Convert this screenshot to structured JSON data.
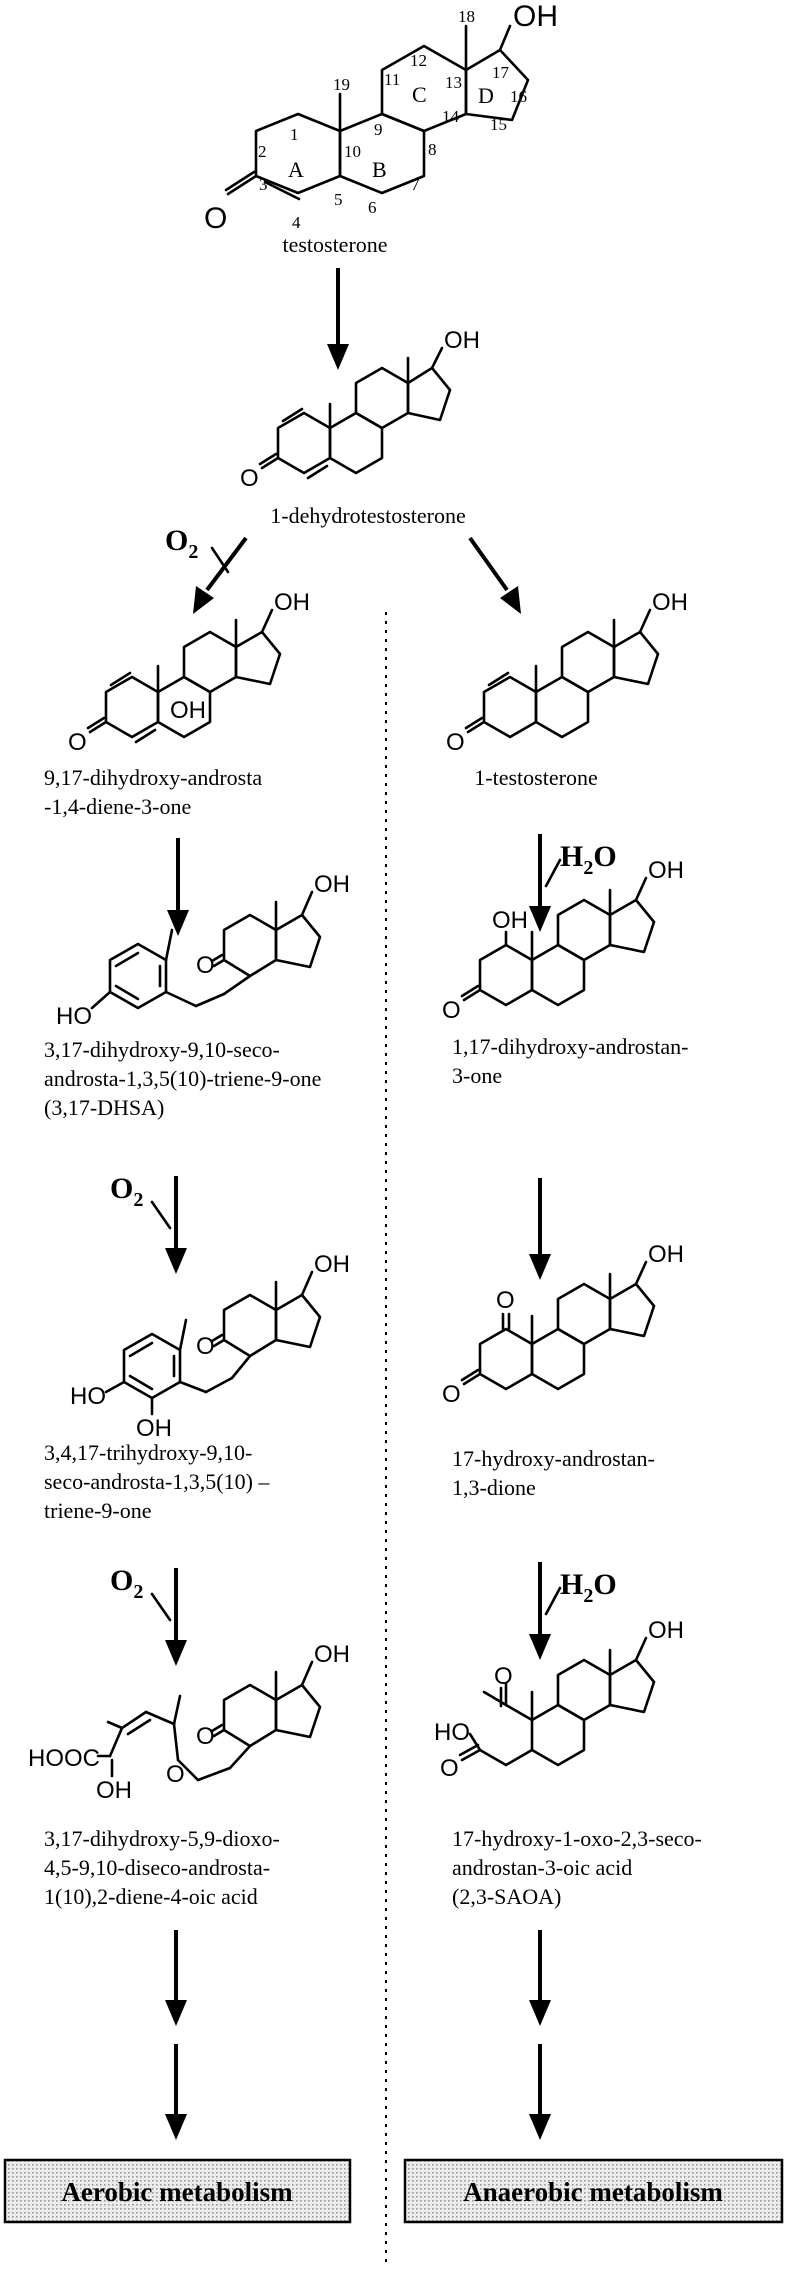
{
  "compounds": {
    "testosterone": {
      "name": "testosterone",
      "oh": "OH",
      "o": "O",
      "numbers": [
        "1",
        "2",
        "3",
        "4",
        "5",
        "6",
        "7",
        "8",
        "9",
        "10",
        "11",
        "12",
        "13",
        "14",
        "15",
        "16",
        "17",
        "18",
        "19"
      ],
      "rings": [
        "A",
        "B",
        "C",
        "D"
      ]
    },
    "dehydrotestosterone": {
      "name": "1-dehydrotestosterone",
      "oh": "OH",
      "o": "O"
    },
    "dihydroxy_diene": {
      "line1": "9,17-dihydroxy-androsta",
      "line2": "-1,4-diene-3-one",
      "oh": "OH",
      "oh9": "OH",
      "o": "O"
    },
    "one_testosterone": {
      "name": "1-testosterone",
      "oh": "OH",
      "o": "O"
    },
    "dhsa": {
      "line1": "3,17-dihydroxy-9,10-seco-",
      "line2": "androsta-1,3,5(10)-triene-9-one",
      "line3": "(3,17-DHSA)",
      "oh": "OH",
      "ho": "HO",
      "o": "O"
    },
    "dihydroxy_androstanone": {
      "line1": "1,17-dihydroxy-androstan-",
      "line2": "3-one",
      "oh": "OH",
      "oh1": "OH",
      "o": "O"
    },
    "trihydroxy": {
      "line1": "3,4,17-trihydroxy-9,10-",
      "line2": "seco-androsta-1,3,5(10) –",
      "line3": "triene-9-one",
      "oh": "OH",
      "ho": "HO",
      "oh4": "OH",
      "o": "O"
    },
    "androstandione": {
      "line1": "17-hydroxy-androstan-",
      "line2": "1,3-dione",
      "oh": "OH",
      "o1": "O",
      "o3": "O"
    },
    "dioxo_acid": {
      "line1": "3,17-dihydroxy-5,9-dioxo-",
      "line2": "4,5-9,10-diseco-androsta-",
      "line3": "1(10),2-diene-4-oic acid",
      "oh": "OH",
      "hooc": "HOOC",
      "oh_en": "OH",
      "o": "O",
      "o5": "O"
    },
    "saoa": {
      "line1": "17-hydroxy-1-oxo-2,3-seco-",
      "line2": "androstan-3-oic acid",
      "line3": "(2,3-SAOA)",
      "oh": "OH",
      "ho": "HO",
      "o": "O",
      "oacid": "O"
    }
  },
  "reagents": {
    "o2_1": {
      "main": "O",
      "sub": "2"
    },
    "h2o_1": {
      "pre": "H",
      "sub": "2",
      "post": "O"
    },
    "o2_2": {
      "main": "O",
      "sub": "2"
    },
    "o2_3": {
      "main": "O",
      "sub": "2"
    },
    "h2o_2": {
      "pre": "H",
      "sub": "2",
      "post": "O"
    }
  },
  "outcomes": {
    "aerobic": "Aerobic metabolism",
    "anaerobic": "Anaerobic metabolism"
  }
}
